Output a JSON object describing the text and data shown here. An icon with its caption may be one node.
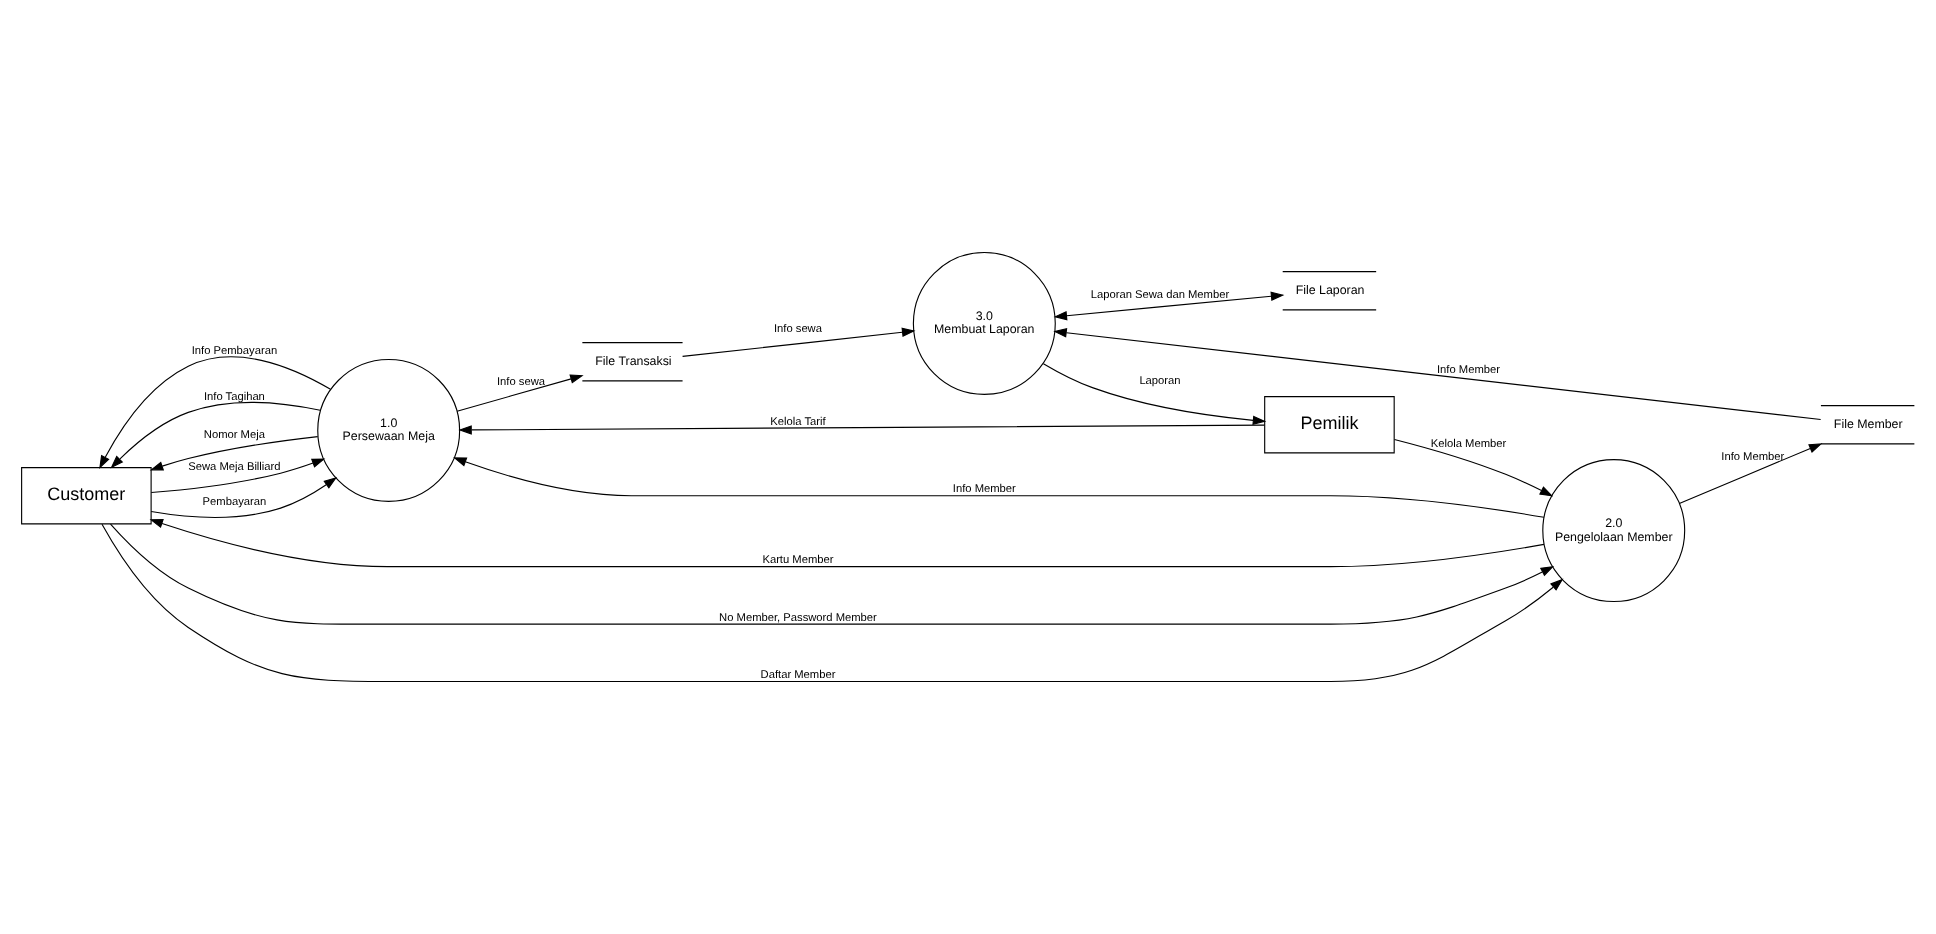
{
  "diagram": {
    "nodes": [
      {
        "text": [
          "Customer"
        ]
      },
      {
        "text": [
          "Pemilik"
        ]
      },
      {
        "text": [
          "File Laporan"
        ]
      },
      {
        "text": [
          "1.0",
          "Persewaan Meja"
        ]
      },
      {
        "text": [
          "File Transaksi"
        ]
      },
      {
        "text": [
          "3.0",
          "Membuat Laporan"
        ]
      },
      {
        "text": [
          "2.0",
          "Pengelolaan Member"
        ]
      },
      {
        "text": [
          "File Member"
        ]
      }
    ],
    "edges": [
      {
        "from": 0,
        "to": 3,
        "arrow": "to",
        "label": "Sewa Meja Billiard"
      },
      {
        "from": 0,
        "to": 3,
        "arrow": "to",
        "label": "Pembayaran"
      },
      {
        "from": 1,
        "to": 3,
        "arrow": "to",
        "label": "Kelola Tarif"
      },
      {
        "from": 0,
        "to": 6,
        "arrow": "to",
        "label": "No Member, Password Member"
      },
      {
        "from": 0,
        "to": 6,
        "arrow": "to",
        "label": "Daftar Member"
      },
      {
        "from": 5,
        "to": 1,
        "arrow": "to",
        "label": "Laporan"
      },
      {
        "from": 5,
        "to": 2,
        "arrow": "both",
        "label": "Laporan Sewa dan Member"
      },
      {
        "from": 3,
        "to": 0,
        "arrow": "to",
        "label": "Info Pembayaran"
      },
      {
        "from": 3,
        "to": 0,
        "arrow": "to",
        "label": "Info Tagihan"
      },
      {
        "from": 3,
        "to": 0,
        "arrow": "to",
        "label": "Nomor Meja"
      },
      {
        "from": 3,
        "to": 4,
        "arrow": "to",
        "label": "Info sewa"
      },
      {
        "from": 4,
        "to": 5,
        "arrow": "to",
        "label": "Info sewa"
      },
      {
        "from": 6,
        "to": 0,
        "arrow": "to",
        "label": "Kartu Member"
      },
      {
        "from": 6,
        "to": 3,
        "arrow": "to",
        "label": "Info Member"
      },
      {
        "from": 6,
        "to": 7,
        "arrow": "to",
        "label": "Info Member"
      },
      {
        "from": 7,
        "to": 5,
        "arrow": "to",
        "label": "Info Member"
      },
      {
        "from": 1,
        "to": 6,
        "arrow": "to",
        "label": "Kelola Member"
      }
    ]
  }
}
